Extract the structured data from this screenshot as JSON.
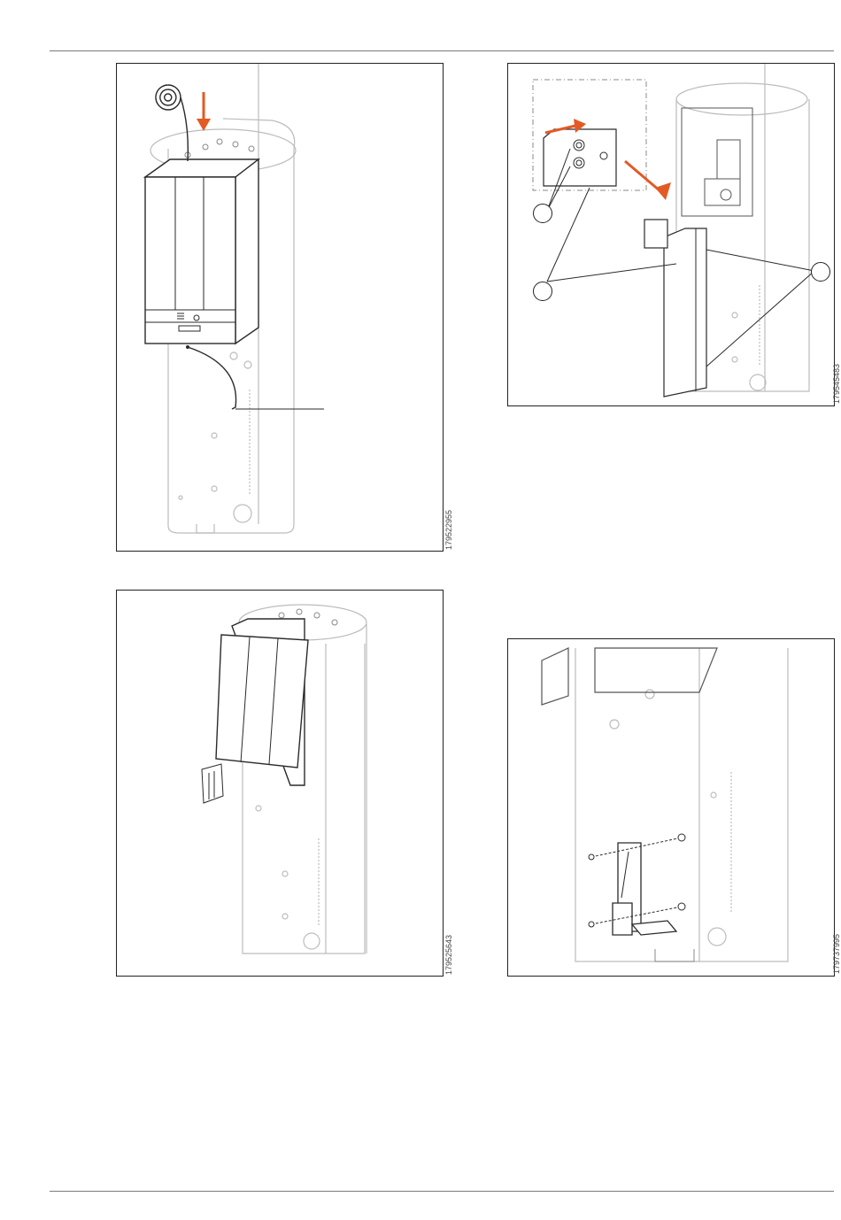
{
  "figures": [
    {
      "id": "179522955",
      "content": "installing-top-unit-onto-cylinder"
    },
    {
      "id": "179545483",
      "content": "removing-front-panel-and-bracket"
    },
    {
      "id": "179525643",
      "content": "top-unit-installed-with-front-open"
    },
    {
      "id": "179737995",
      "content": "fitting-mounting-bracket-with-screws"
    }
  ],
  "colors": {
    "arrow": "#e35a24",
    "outline": "#bcbcbc",
    "dark": "#2a2a2a"
  }
}
